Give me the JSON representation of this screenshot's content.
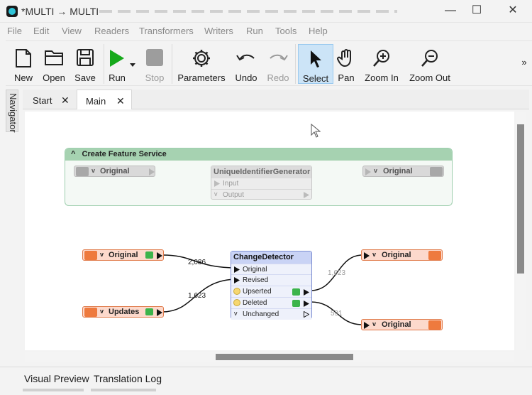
{
  "window": {
    "title": "*MULTI → MULTI",
    "minimize": "—",
    "maximize": "☐",
    "close": "✕"
  },
  "menu": [
    "File",
    "Edit",
    "View",
    "Readers",
    "Transformers",
    "Writers",
    "Run",
    "Tools",
    "Help"
  ],
  "toolbar": {
    "new": "New",
    "open": "Open",
    "save": "Save",
    "run": "Run",
    "stop": "Stop",
    "parameters": "Parameters",
    "undo": "Undo",
    "redo": "Redo",
    "select": "Select",
    "pan": "Pan",
    "zoom_in": "Zoom In",
    "zoom_out": "Zoom Out",
    "overflow": "»"
  },
  "navigator_label": "Navigator",
  "tabs": [
    {
      "label": "Start",
      "close": "✕"
    },
    {
      "label": "Main",
      "close": "✕"
    }
  ],
  "bookmark": {
    "title": "Create Feature Service",
    "collapse": "^",
    "reader": "Original",
    "transformer": {
      "name": "UniqueIdentifierGenerator",
      "input": "Input",
      "output": "Output"
    },
    "writer": "Original"
  },
  "workflow": {
    "reader_original": "Original",
    "reader_updates": "Updates",
    "detector": {
      "name": "ChangeDetector",
      "ports_in": [
        "Original",
        "Revised"
      ],
      "ports_out": [
        "Upserted",
        "Deleted",
        "Unchanged"
      ]
    },
    "writer_upserted": "Original",
    "writer_deleted": "Original",
    "counts": {
      "original_in": "2,086",
      "revised_in": "1,623",
      "upserted_out": "1,623",
      "deleted_out": "591"
    }
  },
  "bottom_tabs": [
    "Visual Preview",
    "Translation Log"
  ],
  "colors": {
    "accent_green": "#2ca02c",
    "bookmark_header": "#a6d2b1",
    "reader_fill": "#fcd9cc",
    "reader_border": "#e07a4a",
    "transformer_fill": "#c9d3f5"
  }
}
